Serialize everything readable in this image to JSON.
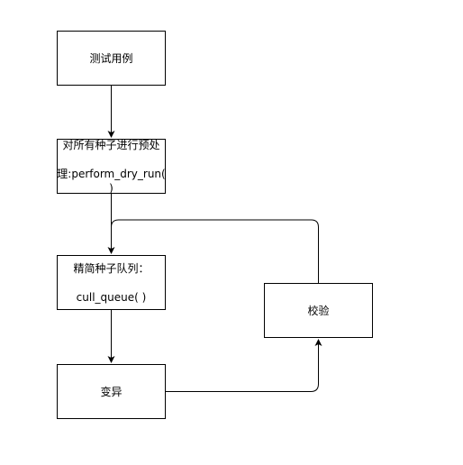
{
  "diagram": {
    "nodes": [
      {
        "id": "test-cases",
        "label": "测试用例"
      },
      {
        "id": "preprocess",
        "label_lines": [
          "对所有种子进行预处",
          "理:perform_dry_run( )"
        ]
      },
      {
        "id": "cull-queue",
        "label_lines": [
          "精简种子队列：",
          "cull_queue( )"
        ]
      },
      {
        "id": "mutate",
        "label": "变异"
      },
      {
        "id": "validate",
        "label": "校验"
      }
    ],
    "edges": [
      {
        "from": "test-cases",
        "to": "preprocess"
      },
      {
        "from": "preprocess",
        "to": "cull-queue"
      },
      {
        "from": "cull-queue",
        "to": "mutate"
      },
      {
        "from": "mutate",
        "to": "validate"
      },
      {
        "from": "validate",
        "to": "cull-queue"
      }
    ],
    "colors": {
      "stroke": "#000000",
      "fill": "#ffffff",
      "text": "#000000"
    }
  }
}
